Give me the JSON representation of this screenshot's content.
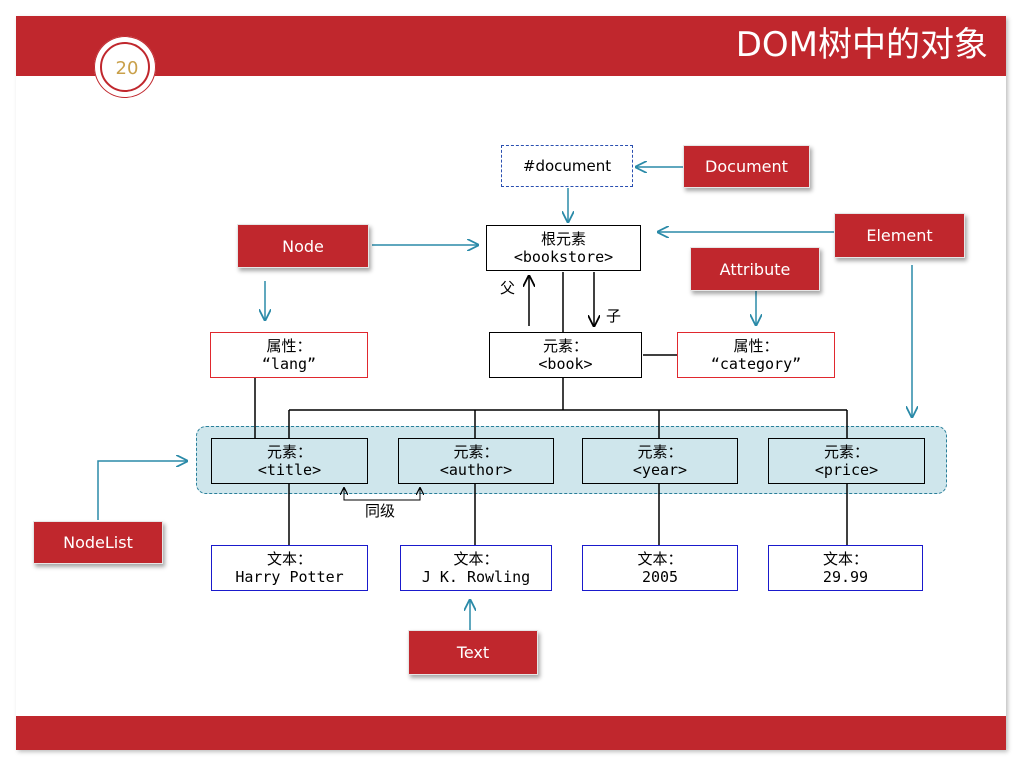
{
  "slide": {
    "title": "DOM树中的对象",
    "page_number": "20"
  },
  "labels": {
    "document": "Document",
    "node": "Node",
    "element": "Element",
    "attribute": "Attribute",
    "nodelist": "NodeList",
    "text": "Text"
  },
  "tree": {
    "document_node": "#document",
    "root": {
      "line1": "根元素",
      "line2": "<bookstore>"
    },
    "book": {
      "line1": "元素：",
      "line2": "<book>"
    },
    "attr_lang": {
      "line1": "属性：",
      "line2": "“lang”"
    },
    "attr_category": {
      "line1": "属性：",
      "line2": "“category”"
    },
    "elements": [
      {
        "line1": "元素：",
        "line2": "<title>"
      },
      {
        "line1": "元素：",
        "line2": "<author>"
      },
      {
        "line1": "元素：",
        "line2": "<year>"
      },
      {
        "line1": "元素：",
        "line2": "<price>"
      }
    ],
    "texts": [
      {
        "line1": "文本：",
        "line2": "Harry Potter"
      },
      {
        "line1": "文本：",
        "line2": "J K. Rowling"
      },
      {
        "line1": "文本：",
        "line2": "2005"
      },
      {
        "line1": "文本：",
        "line2": "29.99"
      }
    ],
    "parent_label": "父",
    "child_label": "子",
    "sibling_label": "同级"
  },
  "colors": {
    "accent": "#c0272d",
    "arrow": "#2a8aa8",
    "nodelist_fill": "#cfe6ec",
    "attr_border": "#e0282e",
    "text_border": "#1a1acc"
  }
}
